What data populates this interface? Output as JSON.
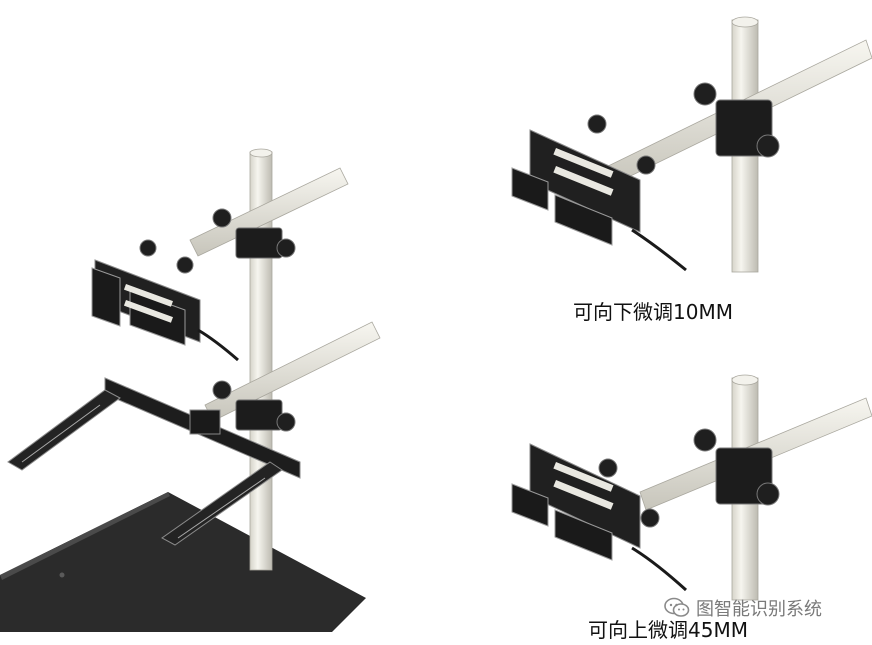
{
  "captions": {
    "down": "可向下微调10MM",
    "up": "可向上微调45MM"
  },
  "watermark": {
    "text": "图智能识别系统",
    "icon": "wechat-icon"
  },
  "colors": {
    "rod": "#ecebe3",
    "rod_shade": "#c9c7bd",
    "clamp": "#1c1c1c",
    "clamp_edge": "#8c8c8c",
    "base_plate": "#2a2a2a"
  }
}
